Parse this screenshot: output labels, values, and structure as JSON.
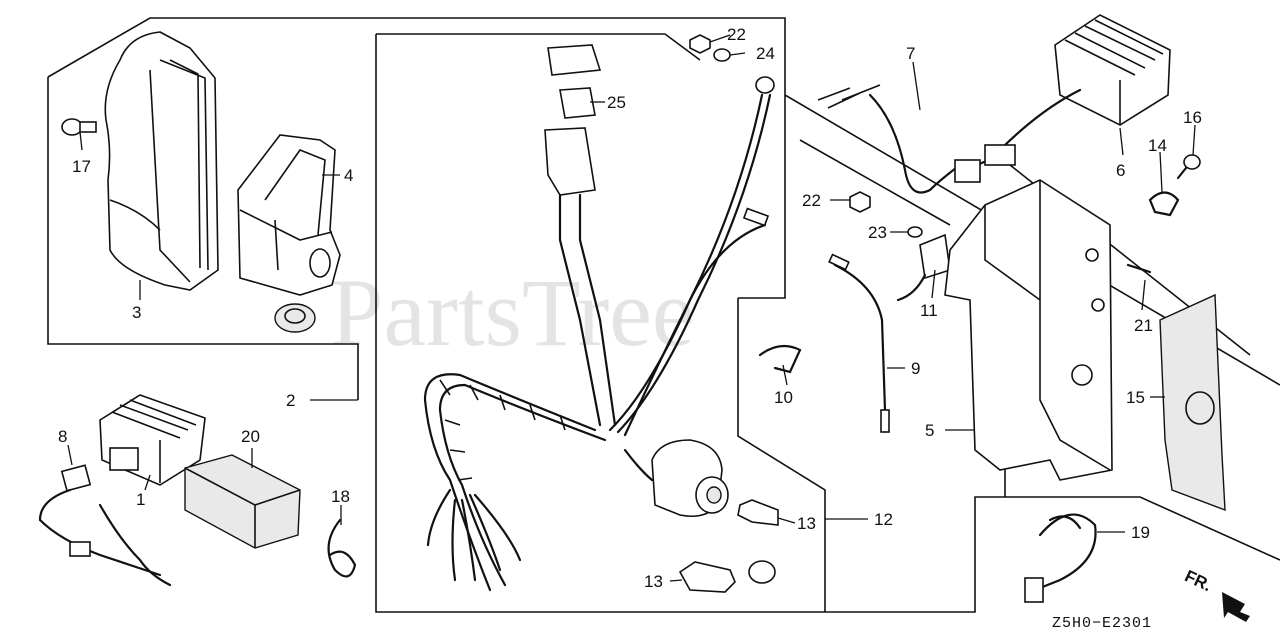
{
  "diagram": {
    "watermark": "PartsTree",
    "drawing_code": "Z5H0−E2301",
    "direction_label": "FR.",
    "callouts": {
      "c1": "1",
      "c2": "2",
      "c3": "3",
      "c4": "4",
      "c5": "5",
      "c6": "6",
      "c7": "7",
      "c8": "8",
      "c9": "9",
      "c10": "10",
      "c11": "11",
      "c12": "12",
      "c13a": "13",
      "c13b": "13",
      "c14": "14",
      "c15": "15",
      "c16": "16",
      "c17": "17",
      "c18": "18",
      "c19": "19",
      "c20": "20",
      "c21": "21",
      "c22a": "22",
      "c22b": "22",
      "c23": "23",
      "c24": "24",
      "c25": "25"
    }
  }
}
